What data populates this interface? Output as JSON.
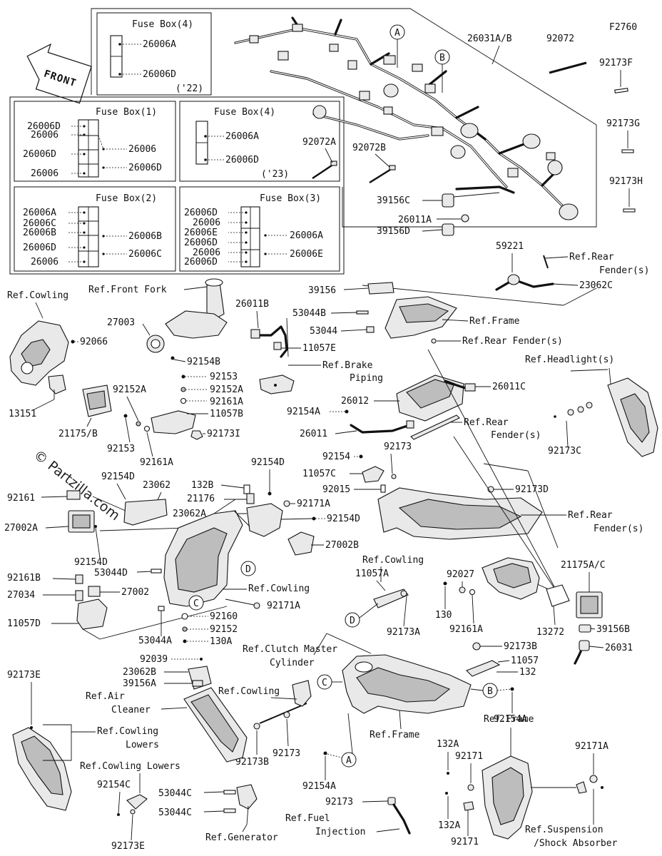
{
  "figure_code": "F2760",
  "front_label": "FRONT",
  "watermark": "© Partzilla.com",
  "fuse_boxes": [
    {
      "title": "Fuse Box(4)",
      "labels": [
        "26006A",
        "26006D"
      ],
      "note": "('22)"
    },
    {
      "title": "Fuse Box(1)",
      "left_labels": [
        "26006D",
        "26006",
        "26006D",
        "26006"
      ],
      "right_labels": [
        "26006",
        "26006D"
      ]
    },
    {
      "title": "Fuse Box(4)",
      "labels": [
        "26006A",
        "26006D"
      ],
      "note": "('23)"
    },
    {
      "title": "Fuse Box(2)",
      "left_labels": [
        "26006A",
        "26006C",
        "26006B",
        "26006D",
        "26006"
      ],
      "right_labels": [
        "26006B",
        "26006C"
      ]
    },
    {
      "title": "Fuse Box(3)",
      "left_labels": [
        "26006D",
        "26006",
        "26006E",
        "26006D",
        "26006",
        "26006D"
      ],
      "right_labels": [
        "26006A",
        "26006E"
      ]
    }
  ],
  "callouts": [
    "A",
    "B",
    "C",
    "D"
  ],
  "labels": {
    "l_26031AB": "26031A/B",
    "l_92072": "92072",
    "l_92173F": "92173F",
    "l_92173G": "92173G",
    "l_92173H": "92173H",
    "l_92072A": "92072A",
    "l_92072B": "92072B",
    "l_39156C": "39156C",
    "l_26011A": "26011A",
    "l_39156D": "39156D",
    "l_59221": "59221",
    "l_refRearFender1": "Ref.Rear",
    "l_refRearFender1b": "Fender(s)",
    "l_23062C": "23062C",
    "l_39156": "39156",
    "l_53044B": "53044B",
    "l_refFrame1": "Ref.Frame",
    "l_53044": "53044",
    "l_refRearFender2": "Ref.Rear Fender(s)",
    "l_refCowling1": "Ref.Cowling",
    "l_refFrontFork": "Ref.Front Fork",
    "l_26011B": "26011B",
    "l_27003": "27003",
    "l_92066": "92066",
    "l_92154B": "92154B",
    "l_11057E": "11057E",
    "l_refBrake": "Ref.Brake",
    "l_piping": "Piping",
    "l_refHeadlight": "Ref.Headlight(s)",
    "l_92153a": "92153",
    "l_92152A_r": "92152A",
    "l_92161A_r": "92161A",
    "l_11057B": "11057B",
    "l_92152A": "92152A",
    "l_26012": "26012",
    "l_26011C": "26011C",
    "l_13151": "13151",
    "l_21175B": "21175/B",
    "l_92153b": "92153",
    "l_92161A": "92161A",
    "l_92173I": "92173I",
    "l_92154A1": "92154A",
    "l_26011": "26011",
    "l_refRearFender3": "Ref.Rear",
    "l_refRearFender3b": "Fender(s)",
    "l_92173C": "92173C",
    "l_92154": "92154",
    "l_92173": "92173",
    "l_11057C": "11057C",
    "l_92015": "92015",
    "l_92154D1": "92154D",
    "l_92154D2": "92154D",
    "l_23062": "23062",
    "l_132B": "132B",
    "l_21176": "21176",
    "l_92171A1": "92171A",
    "l_92161": "92161",
    "l_92173D": "92173D",
    "l_23062A": "23062A",
    "l_92154D3": "92154D",
    "l_refRearFender4": "Ref.Rear",
    "l_refRearFender4b": "Fender(s)",
    "l_27002A": "27002A",
    "l_27002B": "27002B",
    "l_92154D4": "92154D",
    "l_refCowling2": "Ref.Cowling",
    "l_92027": "92027",
    "l_21175AC": "21175A/C",
    "l_53044D": "53044D",
    "l_11057A": "11057A",
    "l_92161B": "92161B",
    "l_27034": "27034",
    "l_27002": "27002",
    "l_refCowling3": "Ref.Cowling",
    "l_92171A2": "92171A",
    "l_130": "130",
    "l_92160": "92160",
    "l_92173A": "92173A",
    "l_92161A2": "92161A",
    "l_13272": "13272",
    "l_11057D": "11057D",
    "l_92152": "92152",
    "l_39156B": "39156B",
    "l_53044A": "53044A",
    "l_130A": "130A",
    "l_92173B1": "92173B",
    "l_26031": "26031",
    "l_refClutch": "Ref.Clutch Master",
    "l_cylinder": "Cylinder",
    "l_11057": "11057",
    "l_92039": "92039",
    "l_132": "132",
    "l_23062B": "23062B",
    "l_39156A": "39156A",
    "l_92173E1": "92173E",
    "l_refCowling4": "Ref.Cowling",
    "l_refAir": "Ref.Air",
    "l_cleaner": "Cleaner",
    "l_92154A2": "92154A",
    "l_refFrame2": "Ref.Frame",
    "l_refFrame3": "Ref.Frame",
    "l_refCowlingLowers1": "Ref.Cowling",
    "l_lowers": "Lowers",
    "l_92173b2": "92173",
    "l_92173B2": "92173B",
    "l_92171A3": "92171A",
    "l_132A1": "132A",
    "l_92171a": "92171",
    "l_refCowlingLowers2": "Ref.Cowling Lowers",
    "l_92154A3": "92154A",
    "l_92154C": "92154C",
    "l_53044C1": "53044C",
    "l_53044C2": "53044C",
    "l_92173c": "92173",
    "l_refFuel": "Ref.Fuel",
    "l_injection": "Injection",
    "l_132A2": "132A",
    "l_92171b": "92171",
    "l_refSuspension": "Ref.Suspension",
    "l_shock": "/Shock Absorber",
    "l_92173E2": "92173E",
    "l_refGenerator": "Ref.Generator"
  }
}
